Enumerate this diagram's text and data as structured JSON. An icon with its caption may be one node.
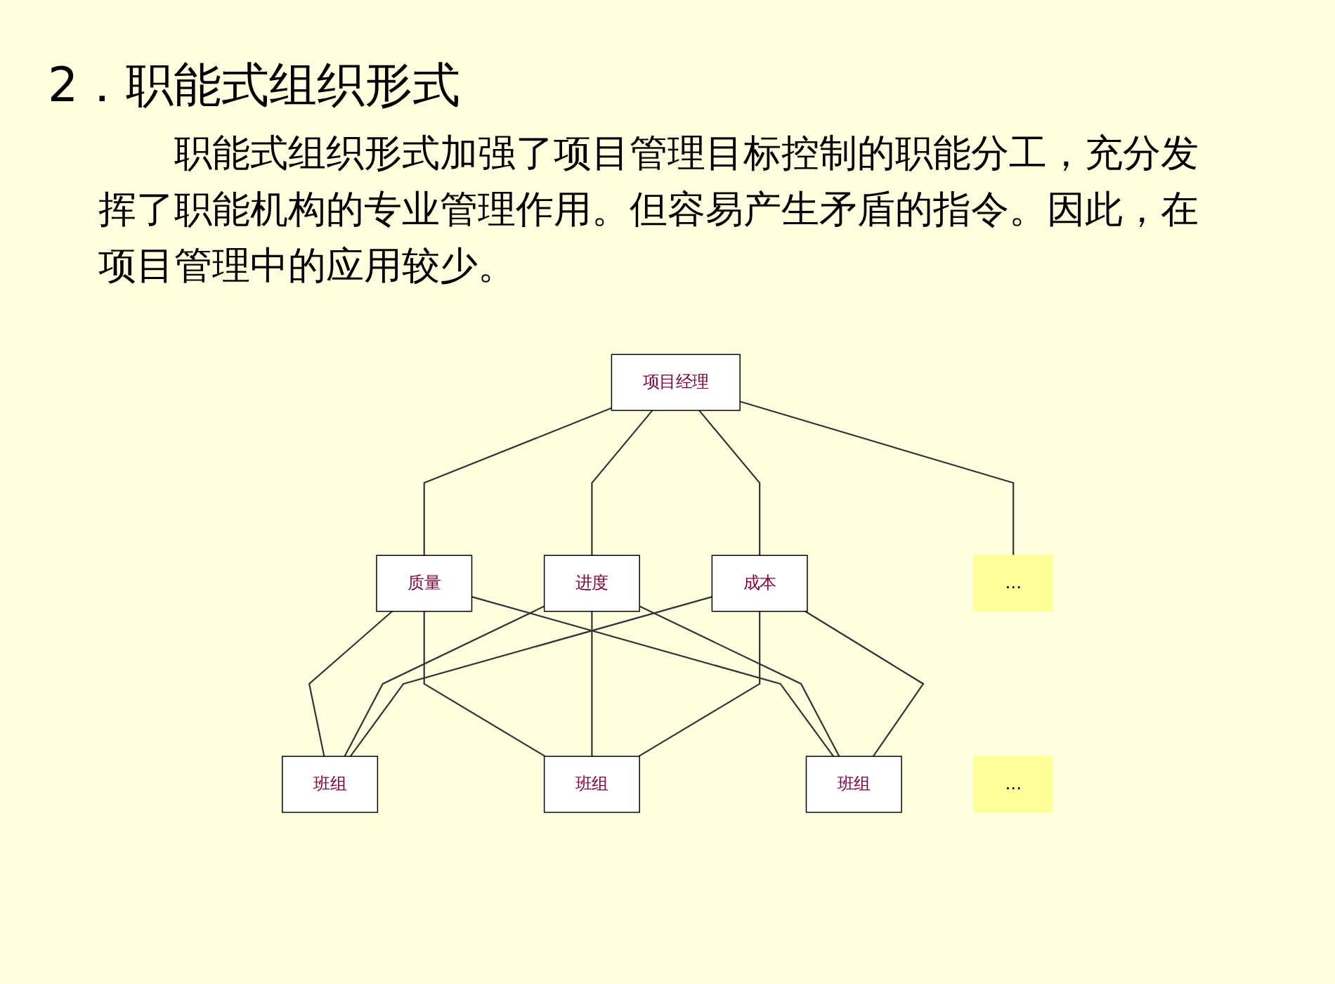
{
  "diagram": {
    "title": "2．职能式组织形式",
    "nodes": [
      {
        "text": [
          "项目经理"
        ]
      },
      {
        "text": [
          "质量"
        ]
      },
      {
        "text": [
          "进度"
        ]
      },
      {
        "text": [
          "成本"
        ]
      },
      {
        "text": [
          "…"
        ]
      },
      {
        "text": [
          "班组"
        ]
      },
      {
        "text": [
          "班组"
        ]
      },
      {
        "text": [
          "班组"
        ]
      },
      {
        "text": [
          "…"
        ]
      }
    ],
    "edges": [
      {
        "from": 0,
        "to": 1,
        "arrow": "none"
      },
      {
        "from": 0,
        "to": 2,
        "arrow": "none"
      },
      {
        "from": 0,
        "to": 3,
        "arrow": "none"
      },
      {
        "from": 0,
        "to": 4,
        "arrow": "none"
      },
      {
        "from": 1,
        "to": 5,
        "arrow": "none"
      },
      {
        "from": 1,
        "to": 6,
        "arrow": "none"
      },
      {
        "from": 1,
        "to": 7,
        "arrow": "none"
      },
      {
        "from": 2,
        "to": 5,
        "arrow": "none"
      },
      {
        "from": 2,
        "to": 6,
        "arrow": "none"
      },
      {
        "from": 2,
        "to": 7,
        "arrow": "none"
      },
      {
        "from": 3,
        "to": 5,
        "arrow": "none"
      },
      {
        "from": 3,
        "to": 6,
        "arrow": "none"
      },
      {
        "from": 3,
        "to": 7,
        "arrow": "none"
      }
    ],
    "labels": [
      "职能式组织形式加强了项目管理目标控制的职能分工，充分发挥了职能机构的专业管理作用。但容易产生矛盾的指令。因此，在项目管理中的应用较少。"
    ]
  }
}
